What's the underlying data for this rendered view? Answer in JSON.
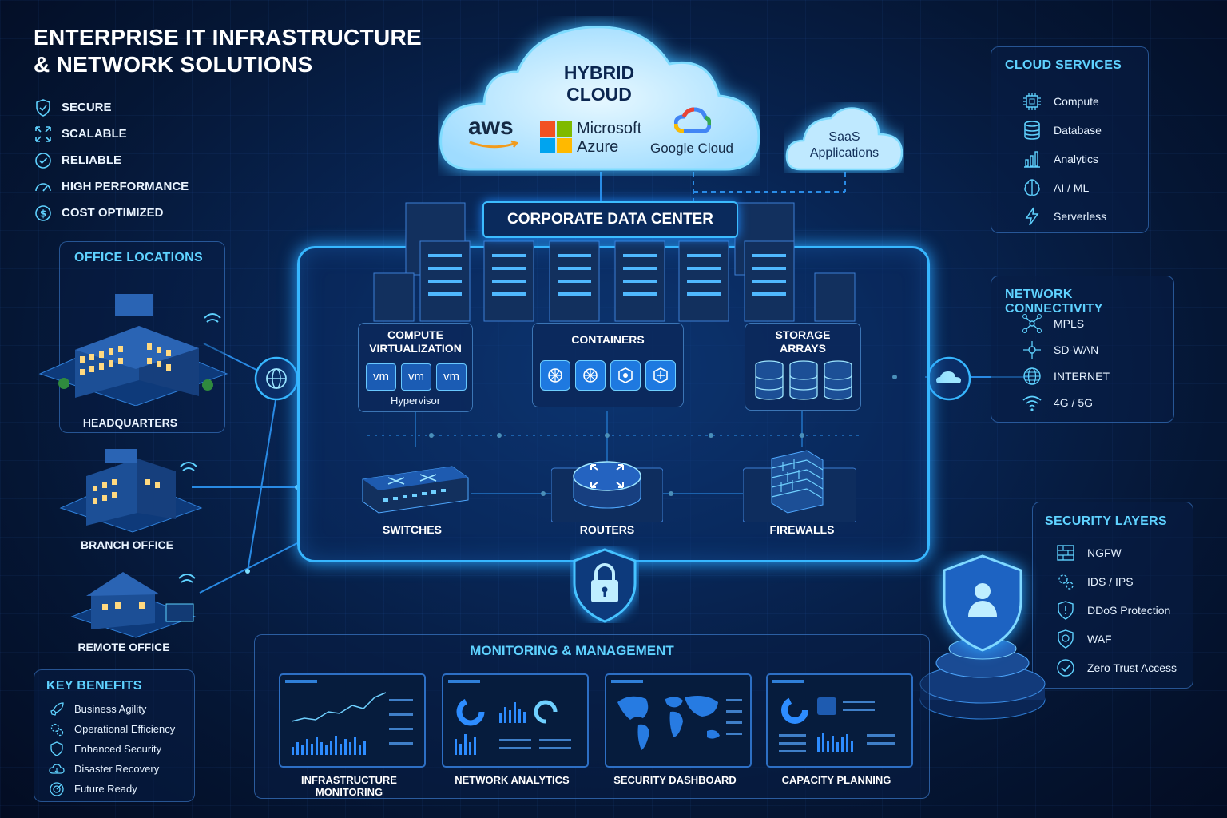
{
  "header": {
    "title_line1": "ENTERPRISE IT INFRASTRUCTURE",
    "title_line2": "& NETWORK SOLUTIONS",
    "features": [
      "SECURE",
      "SCALABLE",
      "RELIABLE",
      "HIGH PERFORMANCE",
      "COST OPTIMIZED"
    ]
  },
  "hybrid_cloud": {
    "title_line1": "HYBRID",
    "title_line2": "CLOUD",
    "providers": {
      "aws": "aws",
      "azure_line1": "Microsoft",
      "azure_line2": "Azure",
      "google": "Google Cloud"
    }
  },
  "saas": {
    "line1": "SaaS",
    "line2": "Applications"
  },
  "cloud_services": {
    "title": "CLOUD SERVICES",
    "items": [
      "Compute",
      "Database",
      "Analytics",
      "AI / ML",
      "Serverless"
    ]
  },
  "network_connectivity": {
    "title": "NETWORK CONNECTIVITY",
    "items": [
      "MPLS",
      "SD-WAN",
      "INTERNET",
      "4G / 5G"
    ]
  },
  "security_layers": {
    "title": "SECURITY LAYERS",
    "items": [
      "NGFW",
      "IDS / IPS",
      "DDoS Protection",
      "WAF",
      "Zero Trust Access"
    ]
  },
  "office_locations": {
    "title": "OFFICE LOCATIONS",
    "locations": [
      "HEADQUARTERS",
      "BRANCH OFFICE",
      "REMOTE OFFICE"
    ]
  },
  "data_center": {
    "title": "CORPORATE DATA CENTER",
    "compute": {
      "title_line1": "COMPUTE",
      "title_line2": "VIRTUALIZATION",
      "vm_label": "vm",
      "hypervisor": "Hypervisor"
    },
    "containers": {
      "title": "CONTAINERS"
    },
    "storage": {
      "title_line1": "STORAGE",
      "title_line2": "ARRAYS"
    },
    "devices": [
      "SWITCHES",
      "ROUTERS",
      "FIREWALLS"
    ]
  },
  "key_benefits": {
    "title": "KEY BENEFITS",
    "items": [
      "Business Agility",
      "Operational Efficiency",
      "Enhanced Security",
      "Disaster Recovery",
      "Future Ready"
    ]
  },
  "monitoring": {
    "title": "MONITORING & MANAGEMENT",
    "dashboards": [
      "INFRASTRUCTURE MONITORING",
      "NETWORK ANALYTICS",
      "SECURITY DASHBOARD",
      "CAPACITY PLANNING"
    ]
  },
  "colors": {
    "accent": "#37b7ff",
    "panel_title": "#5fd2ff",
    "background": "#051634"
  }
}
